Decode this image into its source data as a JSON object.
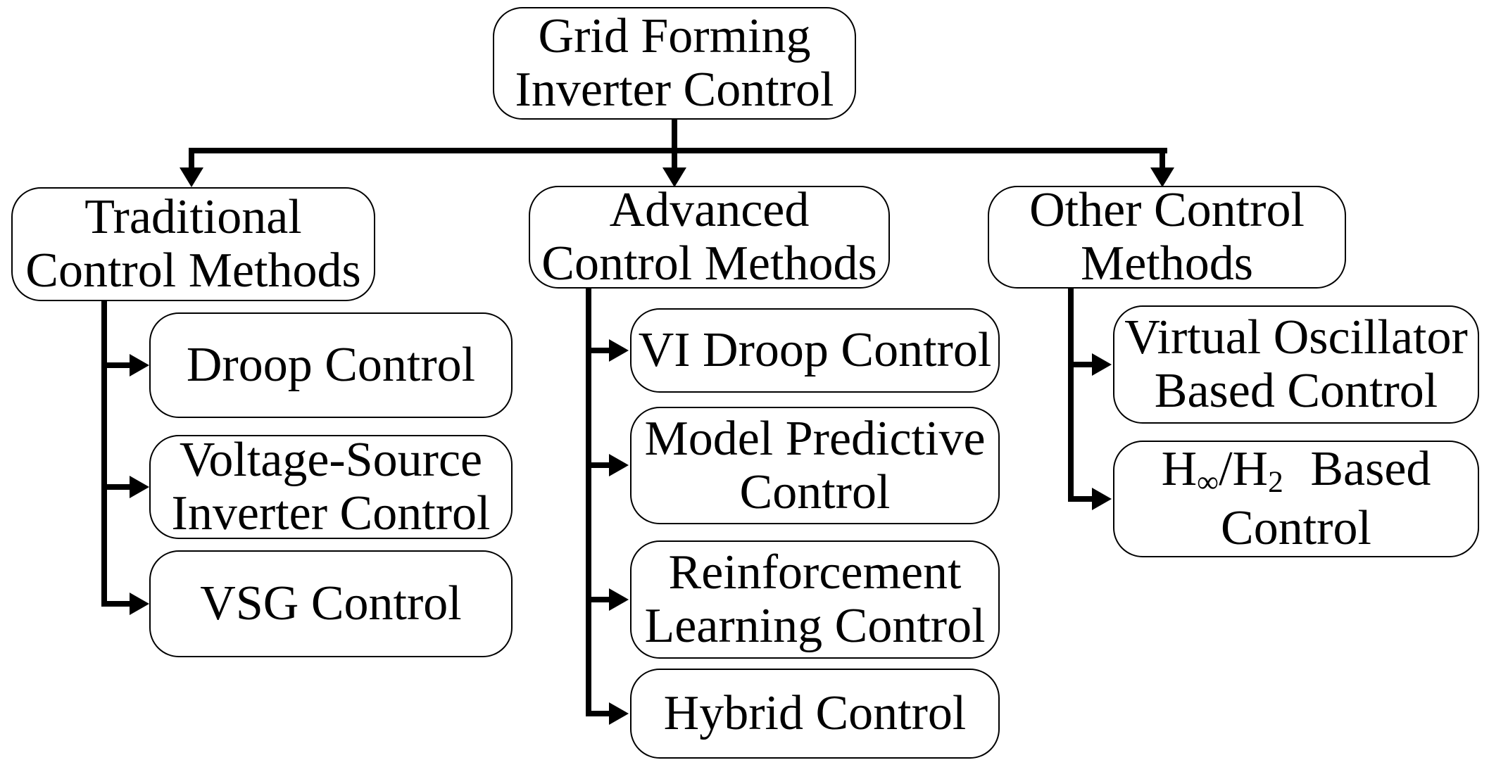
{
  "colors": {
    "ink": "#000000",
    "paper": "#ffffff"
  },
  "tree": {
    "root": {
      "line1": "Grid Forming",
      "line2": "Inverter Control"
    },
    "branches": {
      "traditional": {
        "line1": "Traditional",
        "line2": "Control Methods",
        "children": {
          "droop": {
            "line1": "Droop Control"
          },
          "vsi": {
            "line1": "Voltage-Source",
            "line2": "Inverter Control"
          },
          "vsg": {
            "line1": "VSG Control"
          }
        }
      },
      "advanced": {
        "line1": "Advanced",
        "line2": "Control Methods",
        "children": {
          "vi_droop": {
            "line1": "VI Droop Control"
          },
          "mpc": {
            "line1": "Model Predictive",
            "line2": "Control"
          },
          "rl": {
            "line1": "Reinforcement",
            "line2": "Learning Control"
          },
          "hybrid": {
            "line1": "Hybrid Control"
          }
        }
      },
      "other": {
        "line1": "Other Control",
        "line2": "Methods",
        "children": {
          "vob": {
            "line1": "Virtual Oscillator",
            "line2": "Based Control"
          },
          "hinf": {
            "base1": "H",
            "sub1": "∞",
            "slash": "/",
            "base2": "H",
            "sub2": "2",
            "tail": "Based",
            "line2": "Control"
          }
        }
      }
    }
  }
}
